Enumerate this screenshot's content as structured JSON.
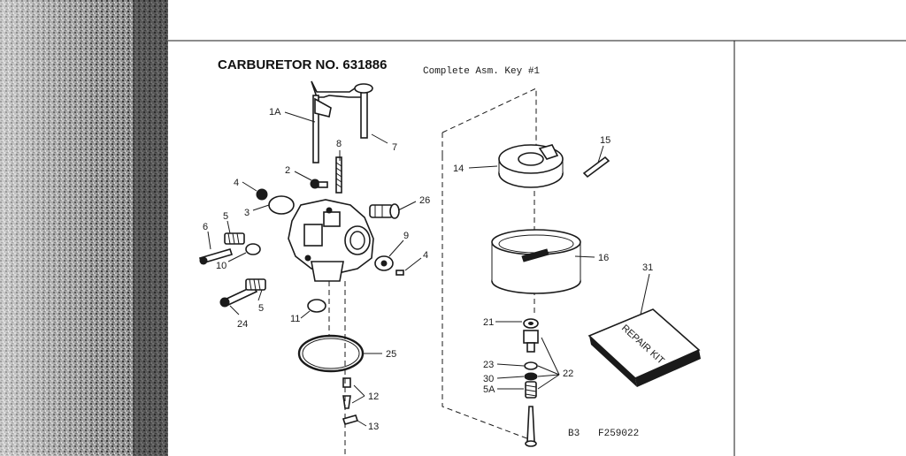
{
  "title": "CARBURETOR NO. 631886",
  "subtitle": "Complete Asm. Key #1",
  "callouts": {
    "p1A": "1A",
    "p7": "7",
    "p8": "8",
    "p2": "2",
    "p4a": "4",
    "p3": "3",
    "p26": "26",
    "p6": "6",
    "p5a": "5",
    "p10": "10",
    "p9": "9",
    "p4b": "4",
    "p5b": "5",
    "p24": "24",
    "p11": "11",
    "p25": "25",
    "p12": "12",
    "p13": "13",
    "p14": "14",
    "p15": "15",
    "p16": "16",
    "p31": "31",
    "p21": "21",
    "p22": "22",
    "p23": "23",
    "p30": "30",
    "p5A": "5A"
  },
  "repair_kit_label": "REPAIR KIT",
  "footer": {
    "code_left": "B3",
    "code_right": "F259022"
  },
  "colors": {
    "ink": "#1a1a1a",
    "paper": "#ffffff",
    "scan_edge": "#6b6b6b"
  }
}
